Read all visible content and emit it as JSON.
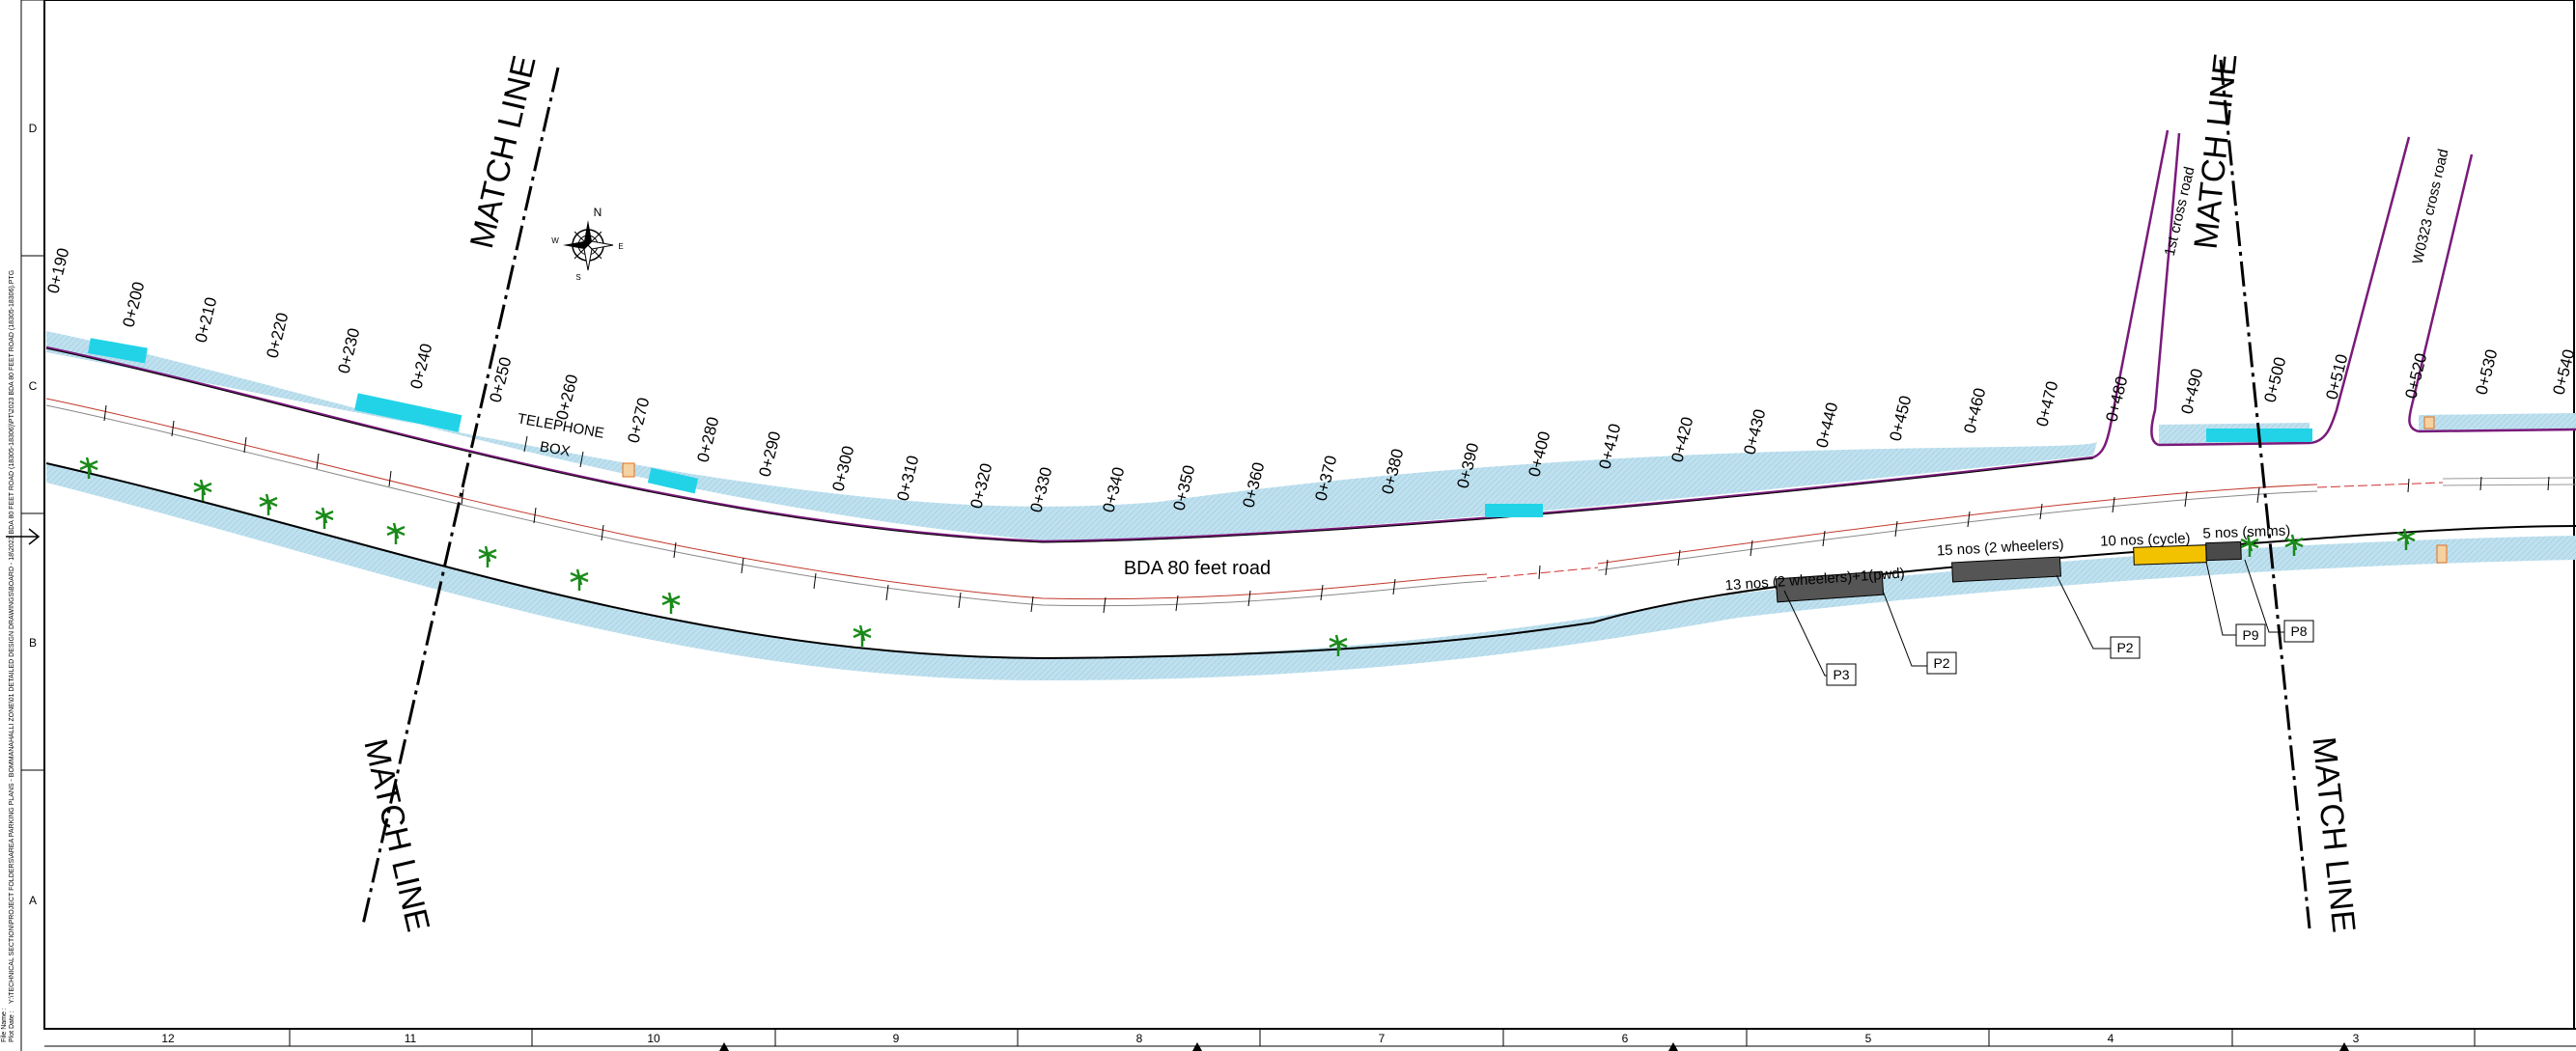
{
  "plot_stamp": {
    "path": "Y:\\TECHNICAL SECTION\\PROJECT FOLDERS\\AREA PARKING PLANS - BOMMANAHALLI ZONE\\01 DETAILED DESIGN DRAWINGS\\BOARD - 18\\2023 BDA 80 FEET ROAD (18305-18306)\\PT\\2023 BDA 80 FEET ROAD (18305-18306).PTG",
    "plot_date_label": "Plot Date :",
    "file_name_label": "File Name :"
  },
  "grid": {
    "rows": [
      "D",
      "C",
      "B",
      "A"
    ],
    "columns": [
      "12",
      "11",
      "10",
      "9",
      "8",
      "7",
      "6",
      "5",
      "4",
      "3"
    ]
  },
  "match_lines": [
    {
      "label": "MATCH LINE"
    },
    {
      "label": "MATCH LINE"
    },
    {
      "label": "MATCH LINE"
    },
    {
      "label": "MATCH LINE"
    }
  ],
  "north_arrow": {
    "n": "N",
    "s": "S",
    "e": "E",
    "w": "W"
  },
  "chainages": [
    "0+190",
    "0+200",
    "0+210",
    "0+220",
    "0+230",
    "0+240",
    "0+250",
    "0+260",
    "0+270",
    "0+280",
    "0+290",
    "0+300",
    "0+310",
    "0+320",
    "0+330",
    "0+340",
    "0+350",
    "0+360",
    "0+370",
    "0+380",
    "0+390",
    "0+400",
    "0+410",
    "0+420",
    "0+430",
    "0+440",
    "0+450",
    "0+460",
    "0+470",
    "0+480",
    "0+490",
    "0+500",
    "0+510",
    "0+520",
    "0+530",
    "0+540"
  ],
  "road": {
    "name": "BDA 80 feet road"
  },
  "cross_roads": [
    {
      "name": "1st cross road"
    },
    {
      "name": "W0323 cross road"
    }
  ],
  "telephone_box": {
    "line1": "TELEPHONE",
    "line2": "BOX"
  },
  "parking": {
    "p3_note": "13 nos (2 wheelers)+1(pwd)",
    "p2_note": "15 nos (2 wheelers)",
    "p9_note": "10 nos (cycle)",
    "p8_note": "5 nos (smms)"
  },
  "tags": [
    "P3",
    "P2",
    "P2",
    "P9",
    "P8"
  ]
}
